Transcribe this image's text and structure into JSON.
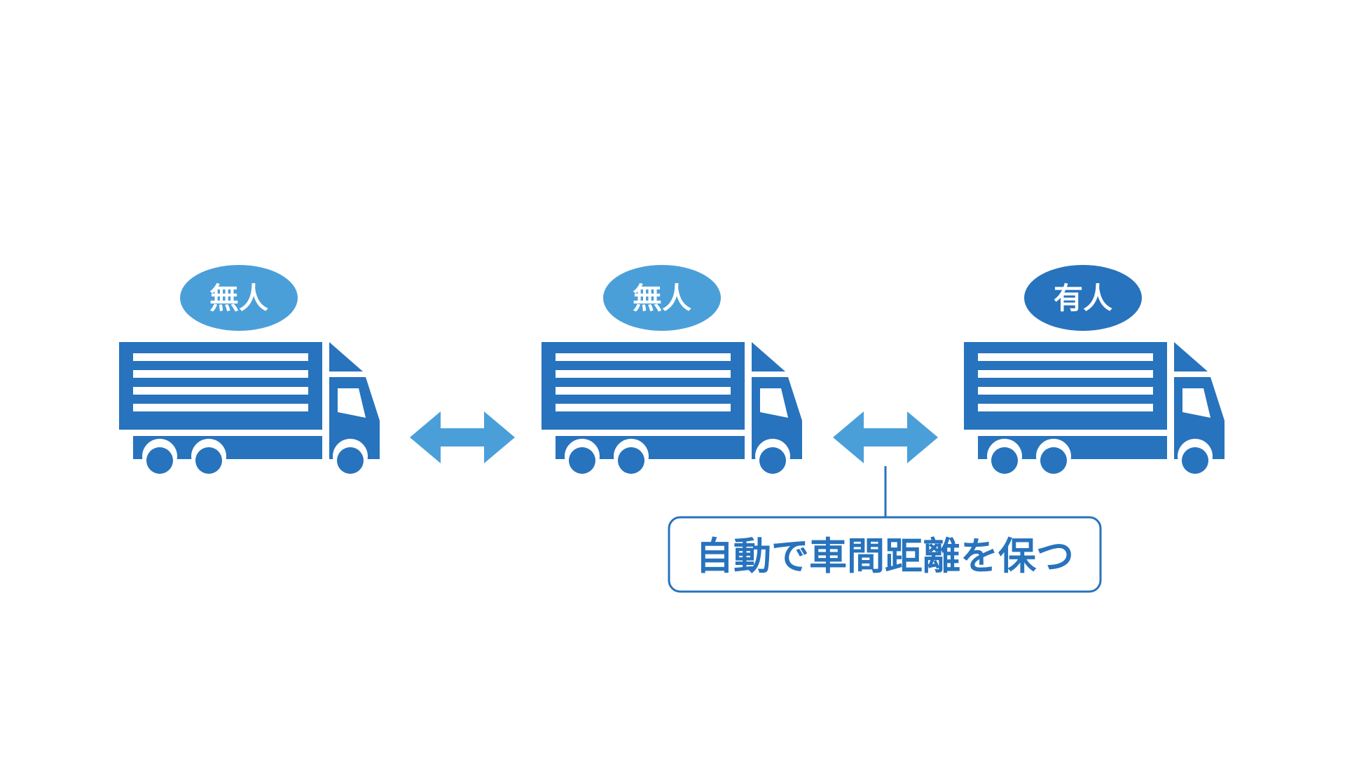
{
  "colors": {
    "truck": "#2773bd",
    "arrow": "#4a9fd9",
    "badge_unmanned": "#4a9fd9",
    "badge_manned": "#2773bd",
    "callout_border": "#2773bd",
    "callout_text": "#2773bd",
    "background": "#ffffff"
  },
  "trucks": [
    {
      "label": "無人",
      "status": "unmanned",
      "icon": "truck-icon"
    },
    {
      "label": "無人",
      "status": "unmanned",
      "icon": "truck-icon"
    },
    {
      "label": "有人",
      "status": "manned",
      "icon": "truck-icon"
    }
  ],
  "arrows": [
    {
      "icon": "double-arrow-icon"
    },
    {
      "icon": "double-arrow-icon"
    }
  ],
  "callout": {
    "text": "自動で車間距離を保つ"
  }
}
